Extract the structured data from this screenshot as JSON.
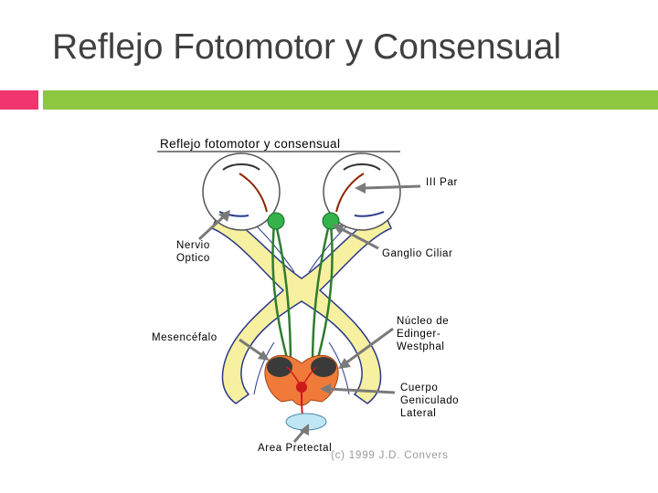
{
  "slide": {
    "title": "Reflejo Fotomotor y Consensual",
    "accent_pink": "#f0356f",
    "accent_green": "#8dc63f"
  },
  "diagram": {
    "heading": "Reflejo fotomotor y consensual",
    "labels": {
      "iii_par": "III Par",
      "nervio": "Nervio",
      "optico": "Optico",
      "ganglio": "Ganglio Ciliar",
      "nucleo_1": "Núcleo de",
      "nucleo_2": "Edinger-",
      "nucleo_3": "Westphal",
      "mesencefalo": "Mesencéfalo",
      "cuerpo_1": "Cuerpo",
      "cuerpo_2": "Geniculado",
      "cuerpo_3": "Lateral",
      "area": "Area Pretectal"
    },
    "copyright": "(c) 1999 J.D. Convers",
    "colors": {
      "optic_tract": "#f6f0a0",
      "nerve_fiber": "#2e7d2e",
      "oculomotor": "#8b2500",
      "midbrain": "#f07a3a",
      "pretectal": "#bfe6f5",
      "ganglion": "#33b34a"
    }
  }
}
